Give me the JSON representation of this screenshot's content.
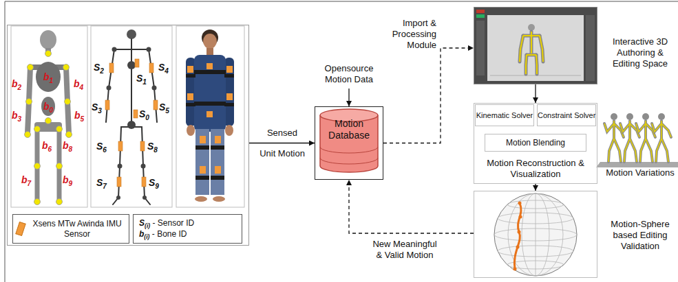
{
  "diagram": {
    "nodes": [
      {
        "text": []
      },
      {
        "text": [
          "S(i) - Sensor ID",
          "b(i) - Bone ID"
        ],
        "in": 0
      },
      {
        "text": [
          "Opensource Motion Data"
        ]
      },
      {
        "text": [
          "Motion Database"
        ]
      },
      {
        "text": [
          "Interactive 3D Authoring & Editing Space"
        ]
      },
      {
        "text": [
          "Motion Reconstruction & Visualization"
        ]
      },
      {
        "text": [
          "Kinematic Solver"
        ],
        "in": 5
      },
      {
        "text": [
          "Constraint Solver"
        ],
        "in": 5
      },
      {
        "text": [
          "Motion Blending"
        ],
        "in": 5
      },
      {
        "text": [
          "Motion-Sphere based Editing Validation"
        ]
      }
    ],
    "edges": [
      {
        "from": 0,
        "to": 3,
        "label": "Sensed Unit Motion",
        "arrow": "to"
      },
      {
        "from": 2,
        "to": 3,
        "arrow": "to"
      },
      {
        "from": 3,
        "to": 4,
        "label": "Import & Processing Module",
        "arrow": "to"
      },
      {
        "from": 4,
        "to": 5,
        "arrow": "to"
      },
      {
        "from": 5,
        "to": 9,
        "arrow": "to"
      },
      {
        "from": 9,
        "to": 3,
        "label": "New Meaningful & Valid Motion",
        "arrow": "to"
      }
    ],
    "labels": [
      "b1",
      "b2",
      "b4",
      "b0",
      "b3",
      "b5",
      "b6",
      "b8",
      "b7",
      "b9",
      "S2",
      "S4",
      "S1",
      "S3",
      "S5",
      "S0",
      "S6",
      "S8",
      "S7",
      "S9",
      "Motion Variations"
    ],
    "legend": [
      {
        "text": "Xsens MTw Awinda IMU Sensor",
        "color": "#f29a3a"
      }
    ]
  }
}
